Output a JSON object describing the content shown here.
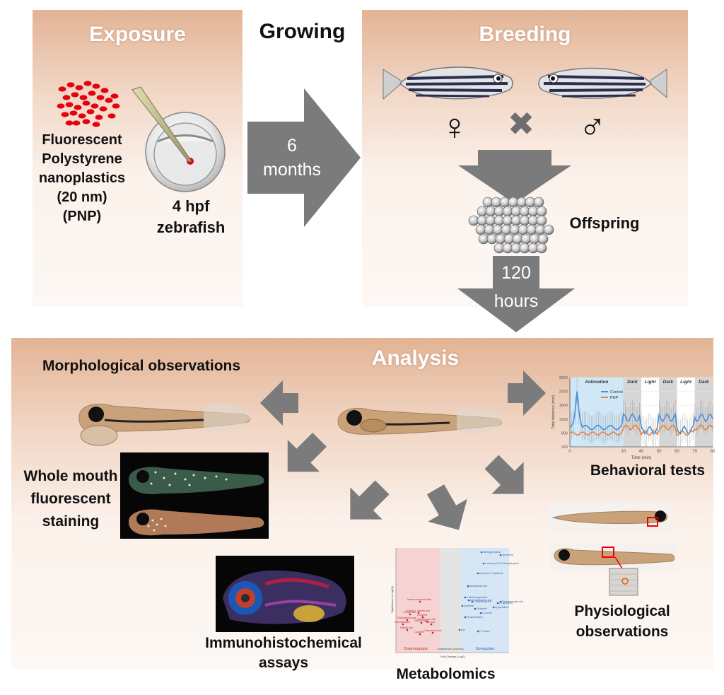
{
  "exposure": {
    "title": "Exposure",
    "particle_label": [
      "Fluorescent",
      "Polystyrene",
      "nanoplastics",
      "(20 nm)",
      "(PNP)"
    ],
    "embryo_label": [
      "4 hpf",
      "zebrafish"
    ]
  },
  "growing": {
    "title": "Growing",
    "arrow_label": [
      "6",
      "months"
    ]
  },
  "breeding": {
    "title": "Breeding",
    "female_symbol": "♀",
    "male_symbol": "♂",
    "cross_symbol": "✖",
    "offspring_label": "Offspring",
    "arrow_label": [
      "120",
      "hours"
    ]
  },
  "analysis": {
    "title": "Analysis",
    "morphological": "Morphological observations",
    "whole_mouth": [
      "Whole mouth",
      "fluorescent",
      "staining"
    ],
    "immuno": [
      "Immunohistochemical",
      "assays"
    ],
    "metabolomics": "Metabolomics",
    "physiological": [
      "Physiological",
      "observations"
    ],
    "behavioral": "Behavioral tests"
  },
  "behavior_chart": {
    "type": "line",
    "phase_labels": [
      "Aclimation",
      "Dark",
      "Light",
      "Dark",
      "Light",
      "Dark"
    ],
    "phase_bounds_min": [
      0,
      30,
      40,
      50,
      60,
      70,
      80
    ],
    "legend": [
      "Control",
      "PNP"
    ],
    "series_colors": [
      "#4a90d9",
      "#e8833a"
    ],
    "xlabel": "Time (min)",
    "ylabel": "Total distance (mm)",
    "xticks": [
      "0",
      "30",
      "40",
      "50",
      "60",
      "70",
      "80"
    ],
    "yticks": [
      "300",
      "800",
      "1300",
      "1800",
      "2300",
      "2800"
    ],
    "xlim": [
      0,
      80
    ],
    "ylim": [
      300,
      2800
    ]
  },
  "volcano": {
    "regions": [
      "Downregulate",
      "Insignificant (No/low)",
      "Upregulate"
    ],
    "xlabel": "Fold Change (Log2)",
    "ylabel": "Significance (-Log10)",
    "up_labels": [
      "Methylglyoxalcine",
      "Spermidine",
      "n-carboxy-5,6,7,8-tetrahydropterin",
      "Hydroxido 3'-Sphalinide",
      "Nicotinamide acid",
      "5-Methoxytryptamine",
      "Aminoglutaramic acid",
      "L-Norepinephrine",
      "Quinolinic",
      "Hypoxanthine",
      "Glutamide",
      "L-Leucine",
      "Phosphocholine",
      "L-Tryptophan",
      "Tetrapentanoate acid",
      "IMA",
      "L-Tyrosine"
    ],
    "down_labels": [
      "Inosine monophosphate",
      "N-Acetyl-L-aspartic acid",
      "Linoleic acid",
      "L-Arginine",
      "2-aminoadipate",
      "Ethanolamine acid",
      "Tetradecanoic acid",
      "Threonic acid",
      "Bile acid",
      "Palmitic acid",
      "Glutarine",
      "L-Homoserine acid"
    ]
  },
  "colors": {
    "panel_top": "#e3b495",
    "arrow": "#7b7b7b",
    "nanoparticle": "#e8000c"
  }
}
